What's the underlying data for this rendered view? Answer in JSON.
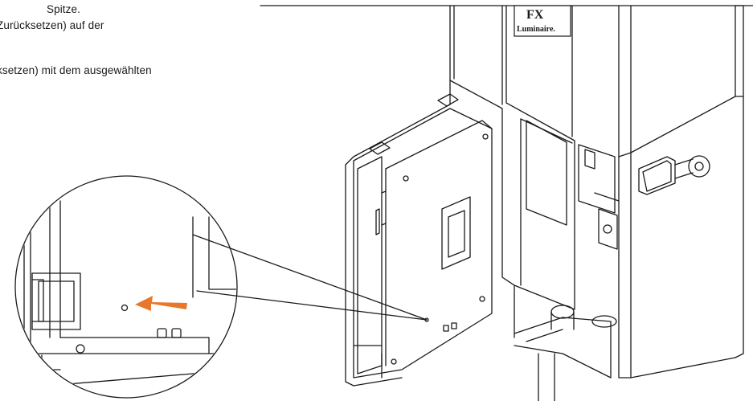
{
  "instructions": {
    "lines": [
      "Spitze.",
      "Zurücksetzen) auf der",
      "",
      "ksetzen) mit dem ausgewählten",
      "."
    ]
  },
  "illustration": {
    "logo_mark": "FX",
    "logo_word": "Luminaire.",
    "arrow_color": "#e8762b",
    "line_color": "#1a1a1a"
  }
}
